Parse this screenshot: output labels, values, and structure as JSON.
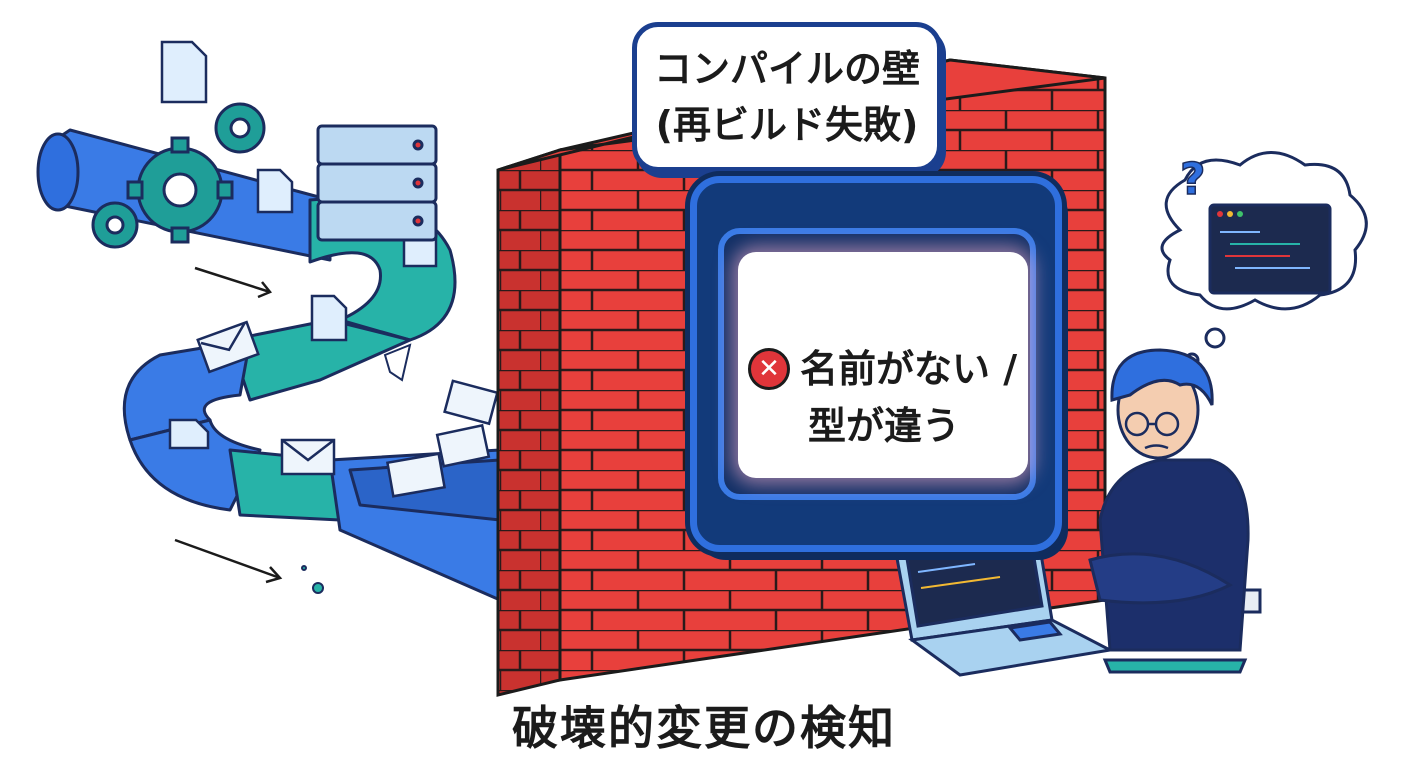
{
  "wall_sign": {
    "line1": "コンパイルの壁",
    "line2": "(再ビルド失敗)"
  },
  "error_message": {
    "line1": "名前がない /",
    "line2": "型が違う",
    "icon": "x-circle-icon"
  },
  "caption": "破壊的変更の検知",
  "thought_bubble": {
    "symbol": "?",
    "icon": "code-window-icon"
  },
  "colors": {
    "pipe_blue": "#3a7be6",
    "pipe_teal": "#27b3a8",
    "brick_red": "#e8403c",
    "outline": "#1b2c5e",
    "gear_teal": "#1f9e98",
    "hoodie_navy": "#1c2f6b",
    "hair_blue": "#2f6fde"
  }
}
